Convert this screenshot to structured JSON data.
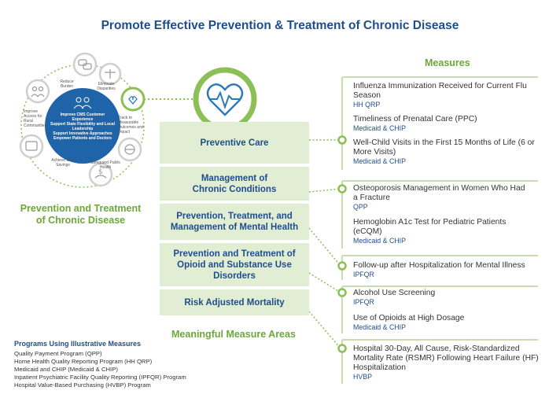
{
  "title": "Promote Effective Prevention & Treatment of Chronic Disease",
  "hub": {
    "label_line1": "Prevention and Treatment",
    "label_line2": "of Chronic Disease",
    "center_lines": [
      "Improve CMS Customer Experience",
      "Support State Flexibility and Local Leadership",
      "Support Innovative Approaches",
      "Empower Patients and Doctors"
    ],
    "goals": {
      "reduce_burden": "Reduce Burden",
      "eliminate_disparities": "Eliminate Disparities",
      "track_outcomes": "Track to Measurable Outcomes and Impact",
      "safeguard_health": "Safeguard Public Health",
      "achieve_savings": "Achieve Cost Savings",
      "rural_access": "Improve Access for Rural Communities"
    },
    "icons": [
      "chat-bubbles-icon",
      "scale-balance-icon",
      "heart-pulse-icon",
      "globe-icon",
      "dollar-hand-icon",
      "id-card-icon",
      "people-icon"
    ]
  },
  "areas_heading": "Meaningful Measure Areas",
  "areas": [
    "Preventive Care",
    "Management of Chronic Conditions",
    "Prevention, Treatment, and Management of Mental Health",
    "Prevention and Treatment of Opioid and Substance Use Disorders",
    "Risk Adjusted Mortality"
  ],
  "measures_heading": "Measures",
  "measures": [
    {
      "name": "Influenza Immunization Received for Current Flu Season",
      "program": "HH QRP"
    },
    {
      "name": "Timeliness of Prenatal Care (PPC)",
      "program": "Medicaid & CHIP"
    },
    {
      "name": "Well-Child Visits in the First 15 Months of Life (6 or More Visits)",
      "program": "Medicaid & CHIP"
    },
    {
      "name": "Osteoporosis Management in Women Who Had a Fracture",
      "program": "QPP"
    },
    {
      "name": "Hemoglobin A1c Test for Pediatric Patients (eCQM)",
      "program": "Medicaid & CHIP"
    },
    {
      "name": "Follow-up after Hospitalization for Mental Illness",
      "program": "IPFQR"
    },
    {
      "name": "Alcohol Use Screening",
      "program": "IPFQR"
    },
    {
      "name": "Use of Opioids at High Dosage",
      "program": "Medicaid & CHIP"
    },
    {
      "name": "Hospital 30-Day, All Cause, Risk-Standardized Mortality Rate (RSMR) Following Heart Failure (HF) Hospitalization",
      "program": "HVBP"
    }
  ],
  "programs": {
    "title": "Programs Using Illustrative Measures",
    "items": [
      "Quality Payment Program (QPP)",
      "Home Health Quality Reporting Program (HH QRP)",
      "Medicaid and CHIP (Medicaid & CHIP)",
      "Inpatient Psychiatric Facility Quality Reporting (IPFQR) Program",
      "Hospital Value-Based Purchasing (HVBP) Program"
    ]
  },
  "colors": {
    "navy": "#1f4e8c",
    "green": "#6aa83a",
    "light_green": "#e1eed4",
    "ring_blue": "#2a7ab8"
  }
}
